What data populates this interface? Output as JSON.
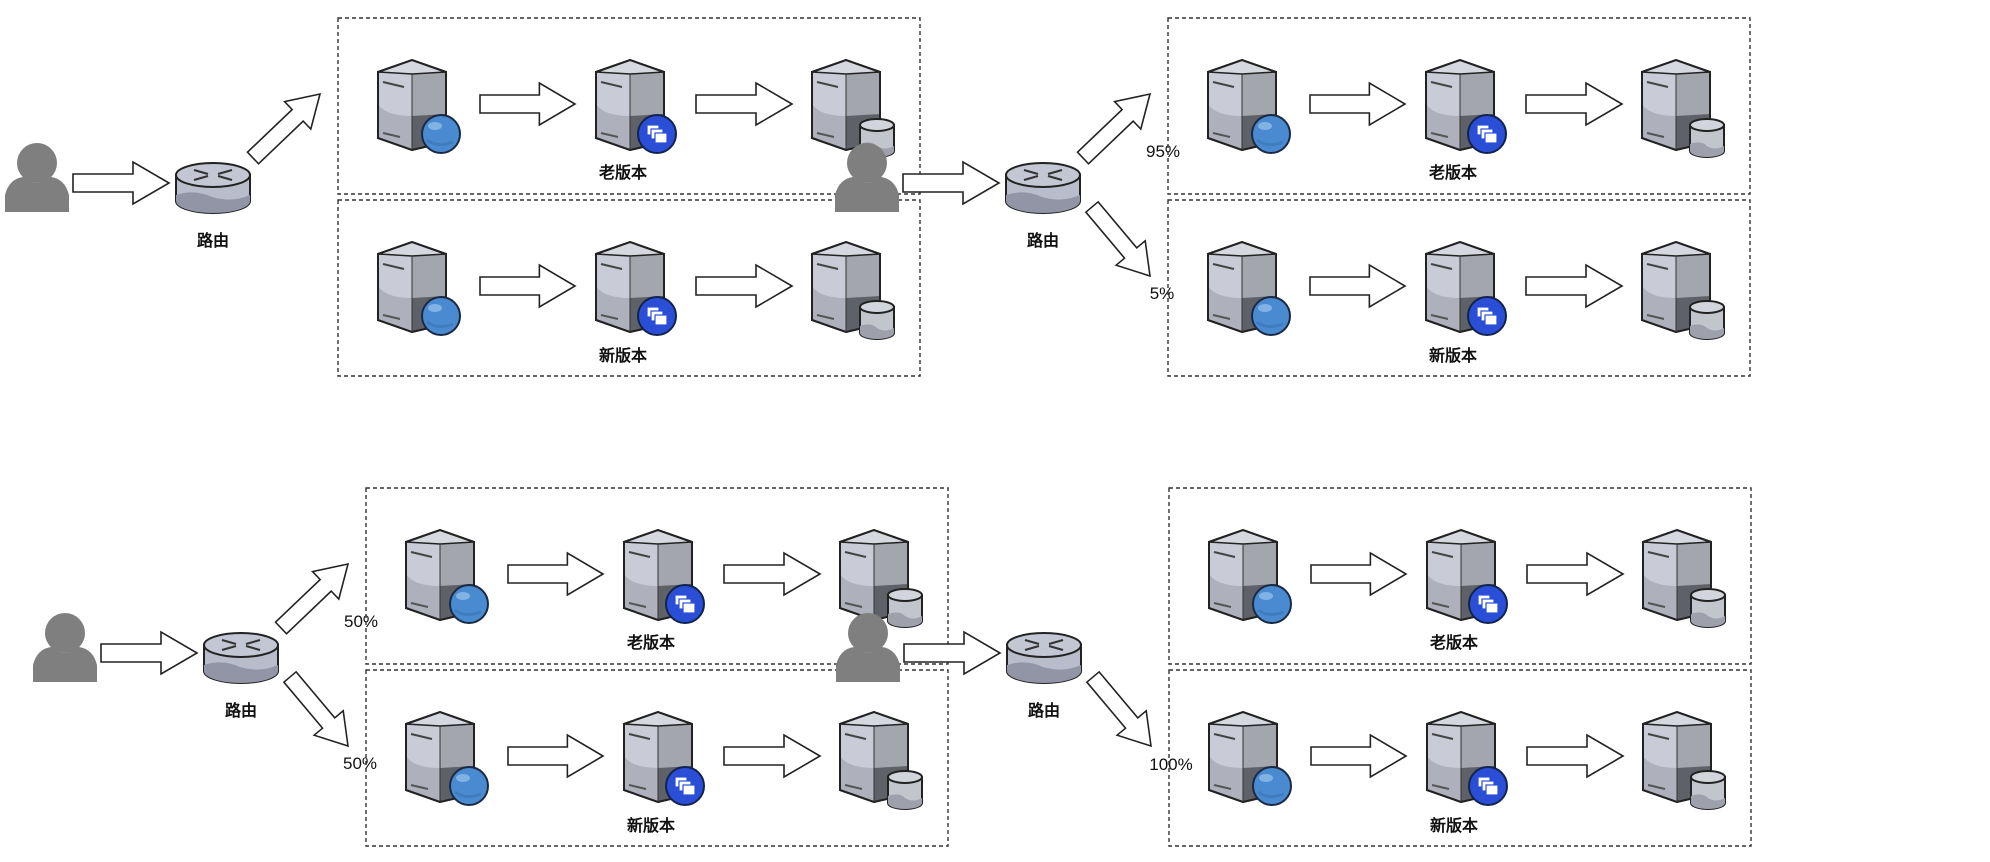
{
  "title": "灰度发布流量切换示意图",
  "colors": {
    "person": "#7f7f7f",
    "server_light": "#c9ccd6",
    "server_mid": "#a6a8b0",
    "server_dark": "#5f6168",
    "globe": "#4a8ad0",
    "app_badge": "#2a4fd6",
    "db": "#c3c5cd",
    "router": "#b9bccb",
    "box_border": "#333333"
  },
  "labels": {
    "router": "路由",
    "old_version": "老版本",
    "new_version": "新版本"
  },
  "panels": [
    {
      "id": "panel-initial",
      "routes": [
        {
          "target": "old",
          "percent_label": ""
        }
      ],
      "old_percent": 100,
      "new_percent": 0
    },
    {
      "id": "panel-canary-5",
      "routes": [
        {
          "target": "old",
          "percent_label": "95%"
        },
        {
          "target": "new",
          "percent_label": "5%"
        }
      ],
      "old_percent": 95,
      "new_percent": 5
    },
    {
      "id": "panel-canary-50",
      "routes": [
        {
          "target": "old",
          "percent_label": "50%"
        },
        {
          "target": "new",
          "percent_label": "50%"
        }
      ],
      "old_percent": 50,
      "new_percent": 50
    },
    {
      "id": "panel-full-new",
      "routes": [
        {
          "target": "new",
          "percent_label": "100%"
        }
      ],
      "old_percent": 0,
      "new_percent": 100
    }
  ],
  "tier": [
    "web-server",
    "app-server",
    "db-server"
  ]
}
